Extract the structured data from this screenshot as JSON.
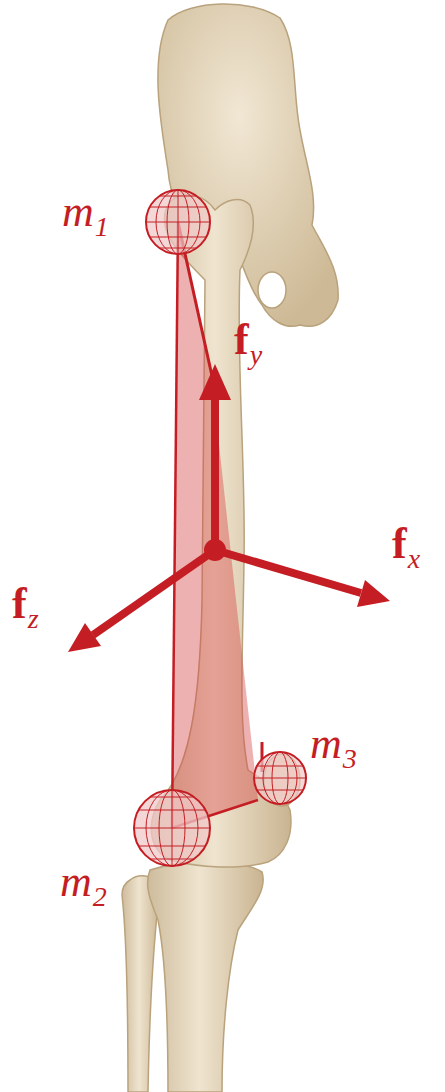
{
  "diagram": {
    "labels": [
      "m1",
      "fy",
      "fx",
      "fz",
      "m3",
      "m2"
    ]
  }
}
